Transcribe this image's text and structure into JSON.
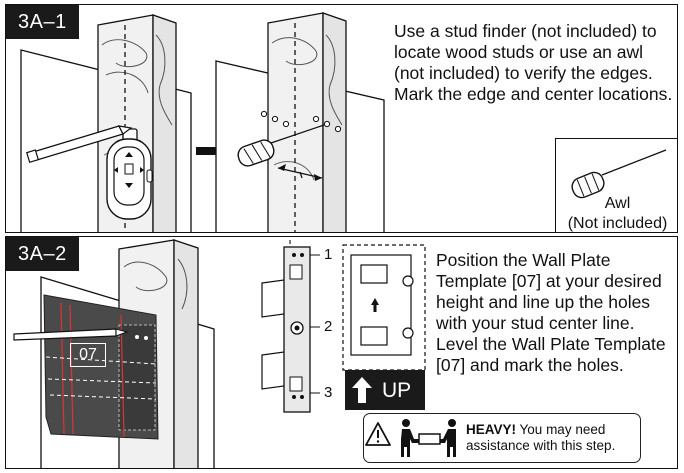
{
  "step1": {
    "label": "3A–1",
    "instruction": "Use a stud finder (not included) to locate wood studs or use an awl (not included) to verify the edges. Mark the edge and center locations.",
    "awl_label": "Awl",
    "awl_note": "(Not included)"
  },
  "step2": {
    "label": "3A–2",
    "instruction": "Position the Wall Plate Template [07] at your desired height and line up the holes with your stud center line. Level the Wall Plate Template [07] and mark the holes.",
    "template_label": "07",
    "callouts": [
      "1",
      "2",
      "3"
    ],
    "up_label": "UP",
    "warning_bold": "HEAVY!",
    "warning_text": "You may need assistance with this step."
  }
}
